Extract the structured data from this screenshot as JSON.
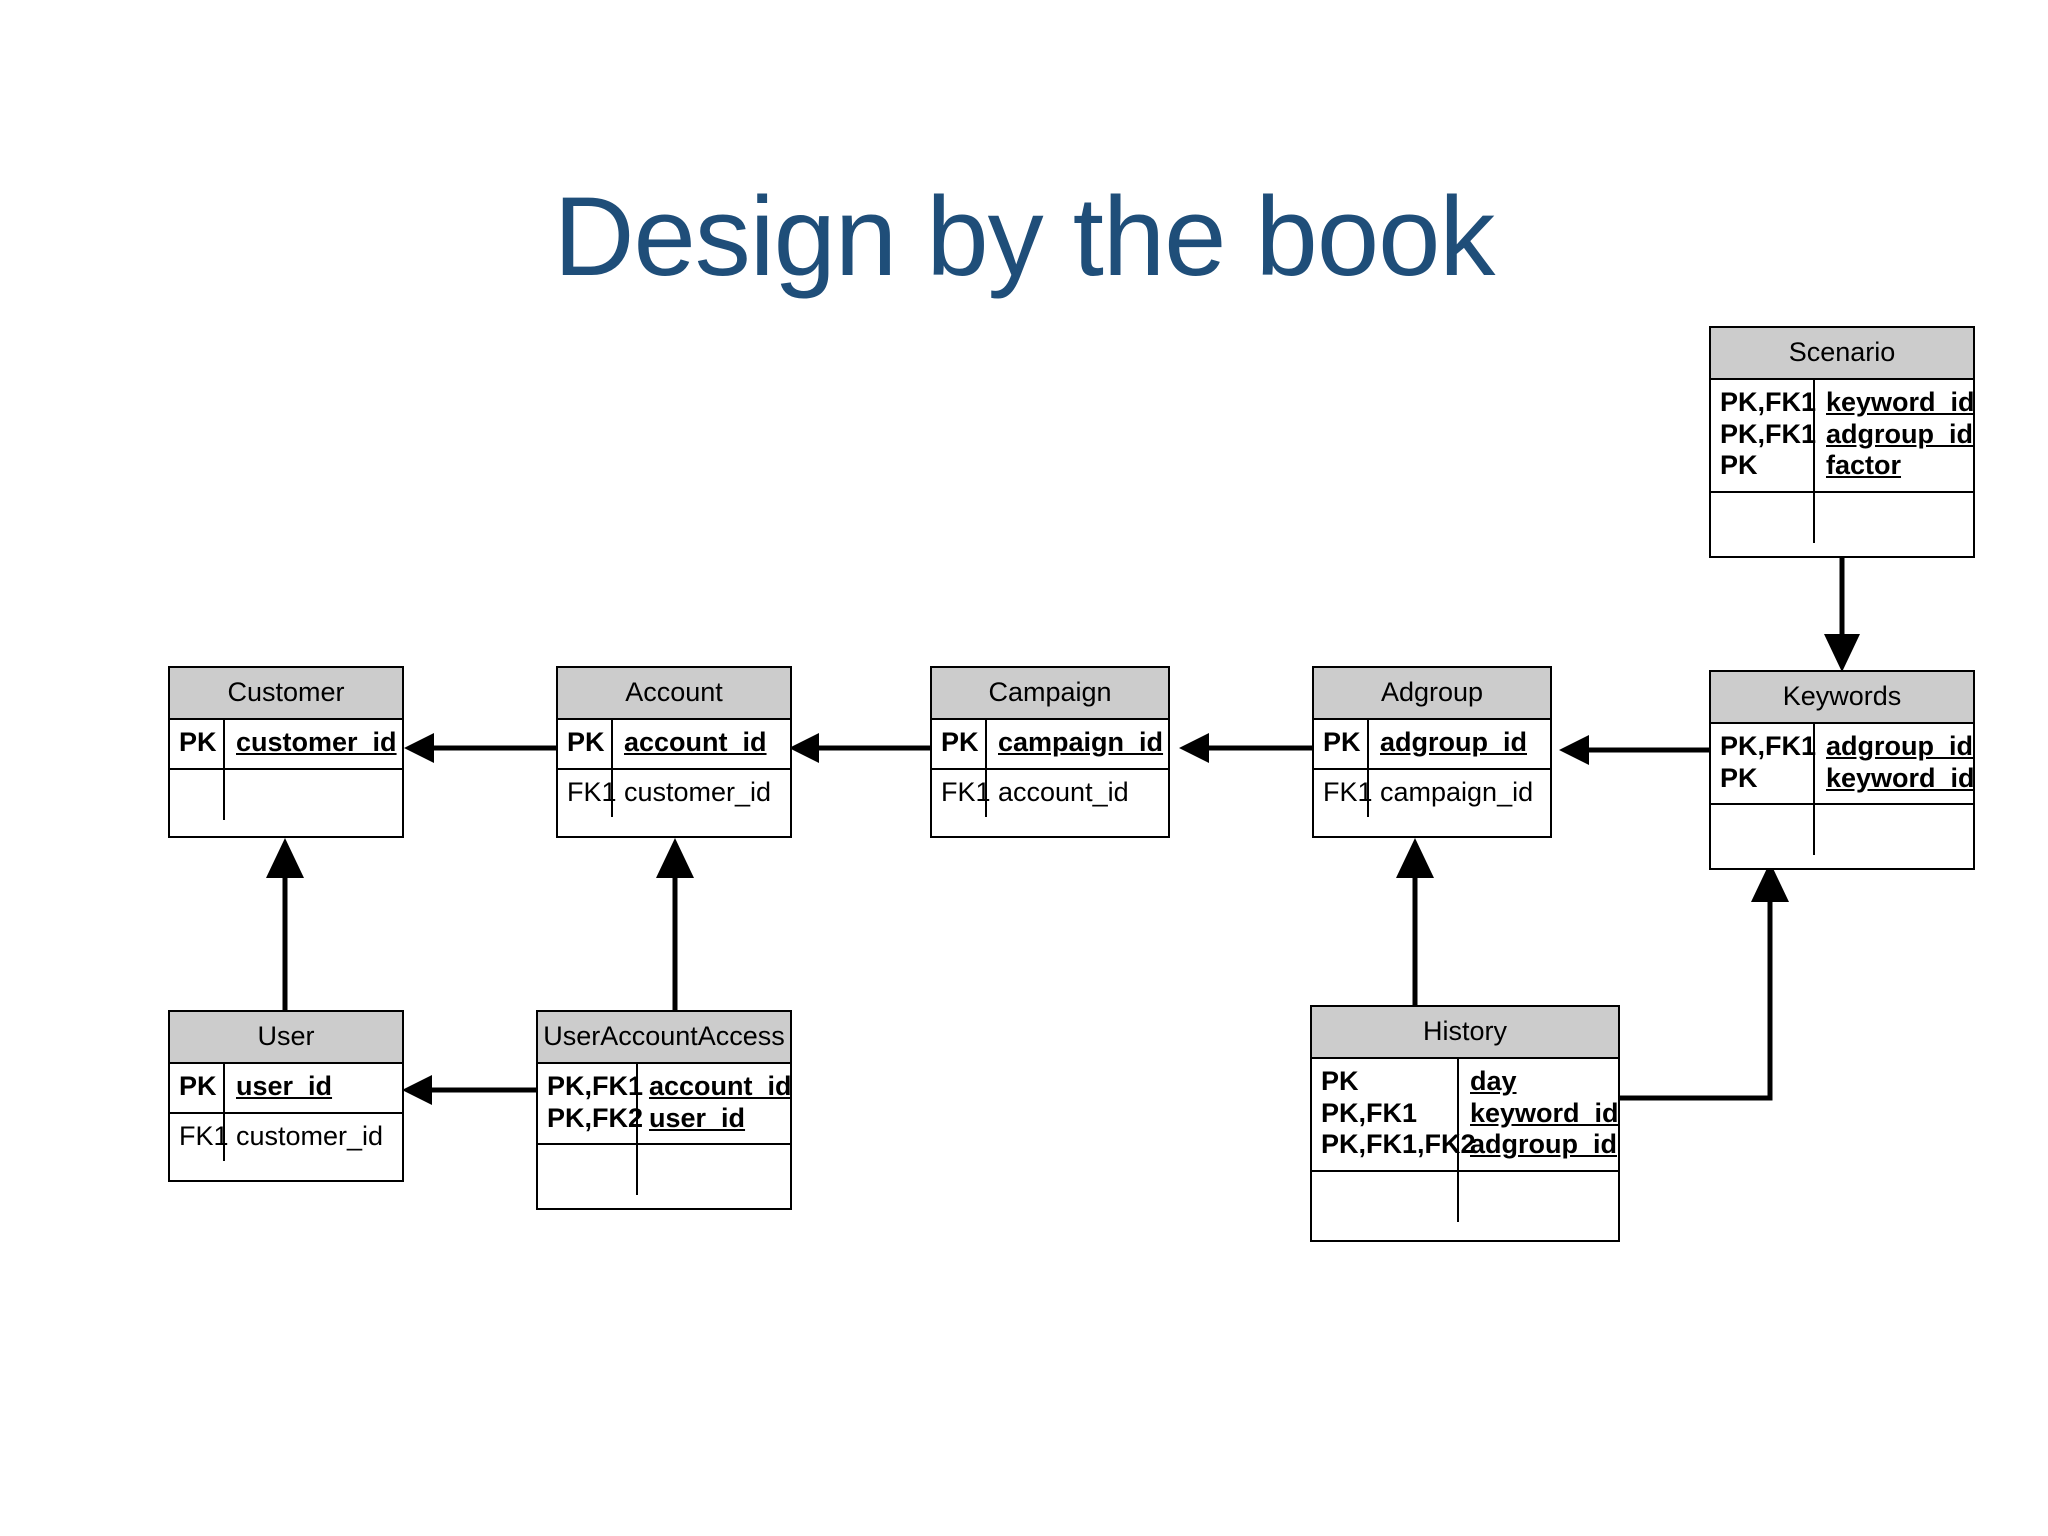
{
  "slide": {
    "title": "Design by the book",
    "title_color": "#1F4E79",
    "background": "#ffffff",
    "header_fill": "#CCCCCC",
    "line_color": "#000000"
  },
  "entities": {
    "scenario": {
      "name": "Scenario",
      "pk_keys": [
        "PK,FK1",
        "PK,FK1",
        "PK"
      ],
      "pk_attrs": [
        "keyword_id",
        "adgroup_id",
        "factor"
      ],
      "other_keys": [],
      "other_attrs": []
    },
    "keywords": {
      "name": "Keywords",
      "pk_keys": [
        "PK,FK1",
        "PK"
      ],
      "pk_attrs": [
        "adgroup_id",
        "keyword_id"
      ],
      "other_keys": [],
      "other_attrs": []
    },
    "customer": {
      "name": "Customer",
      "pk_keys": [
        "PK"
      ],
      "pk_attrs": [
        "customer_id"
      ],
      "other_keys": [],
      "other_attrs": []
    },
    "account": {
      "name": "Account",
      "pk_keys": [
        "PK"
      ],
      "pk_attrs": [
        "account_id"
      ],
      "other_keys": [
        "FK1"
      ],
      "other_attrs": [
        "customer_id"
      ]
    },
    "campaign": {
      "name": "Campaign",
      "pk_keys": [
        "PK"
      ],
      "pk_attrs": [
        "campaign_id"
      ],
      "other_keys": [
        "FK1"
      ],
      "other_attrs": [
        "account_id"
      ]
    },
    "adgroup": {
      "name": "Adgroup",
      "pk_keys": [
        "PK"
      ],
      "pk_attrs": [
        "adgroup_id"
      ],
      "other_keys": [
        "FK1"
      ],
      "other_attrs": [
        "campaign_id"
      ]
    },
    "user": {
      "name": "User",
      "pk_keys": [
        "PK"
      ],
      "pk_attrs": [
        "user_id"
      ],
      "other_keys": [
        "FK1"
      ],
      "other_attrs": [
        "customer_id"
      ]
    },
    "user_account_access": {
      "name": "UserAccountAccess",
      "pk_keys": [
        "PK,FK1",
        "PK,FK2"
      ],
      "pk_attrs": [
        "account_id",
        "user_id"
      ],
      "other_keys": [],
      "other_attrs": []
    },
    "history": {
      "name": "History",
      "pk_keys": [
        "PK",
        "PK,FK1",
        "PK,FK1,FK2"
      ],
      "pk_attrs": [
        "day",
        "keyword_id",
        "adgroup_id"
      ],
      "other_keys": [],
      "other_attrs": []
    }
  },
  "relationships": [
    {
      "id": "account-to-customer",
      "from": "account",
      "to": "customer",
      "direction": "left"
    },
    {
      "id": "campaign-to-account",
      "from": "campaign",
      "to": "account",
      "direction": "left"
    },
    {
      "id": "adgroup-to-campaign",
      "from": "adgroup",
      "to": "campaign",
      "direction": "left"
    },
    {
      "id": "keywords-to-adgroup",
      "from": "keywords",
      "to": "adgroup",
      "direction": "left"
    },
    {
      "id": "scenario-to-keywords",
      "from": "scenario",
      "to": "keywords",
      "direction": "down"
    },
    {
      "id": "user-to-customer",
      "from": "user",
      "to": "customer",
      "direction": "up"
    },
    {
      "id": "useraccountaccess-to-account",
      "from": "user_account_access",
      "to": "account",
      "direction": "up"
    },
    {
      "id": "useraccountaccess-to-user",
      "from": "user_account_access",
      "to": "user",
      "direction": "left"
    },
    {
      "id": "history-to-adgroup",
      "from": "history",
      "to": "adgroup",
      "direction": "up"
    },
    {
      "id": "history-to-keywords",
      "from": "history",
      "to": "keywords",
      "direction": "elbow-right-up"
    }
  ]
}
